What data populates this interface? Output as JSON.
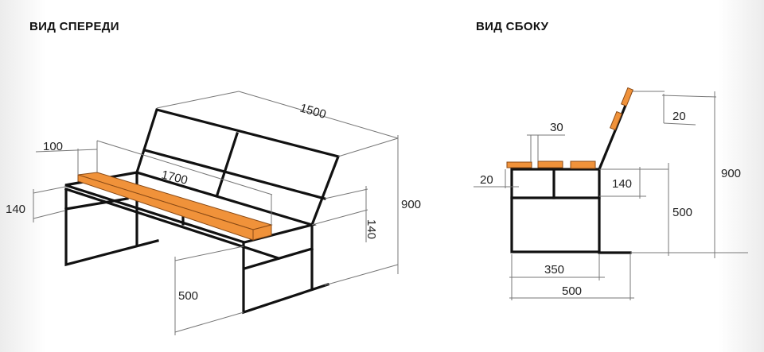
{
  "front_view": {
    "title": "ВИД СПЕРЕДИ",
    "dimensions": {
      "length_back": "1500",
      "seat_board_length": "1700",
      "board_overhang": "100",
      "seat_height_left": "140",
      "seat_height_right": "140",
      "total_height": "900",
      "leg_height": "500"
    }
  },
  "side_view": {
    "title": "ВИД СБОКУ",
    "dimensions": {
      "slat_gap": "30",
      "back_gap": "20",
      "seat_overhang": "20",
      "seat_frame_height": "140",
      "seat_height": "500",
      "total_height": "900",
      "seat_depth": "350",
      "base_depth": "500"
    }
  },
  "colors": {
    "wood": "#f0923a",
    "frame": "#111111"
  }
}
